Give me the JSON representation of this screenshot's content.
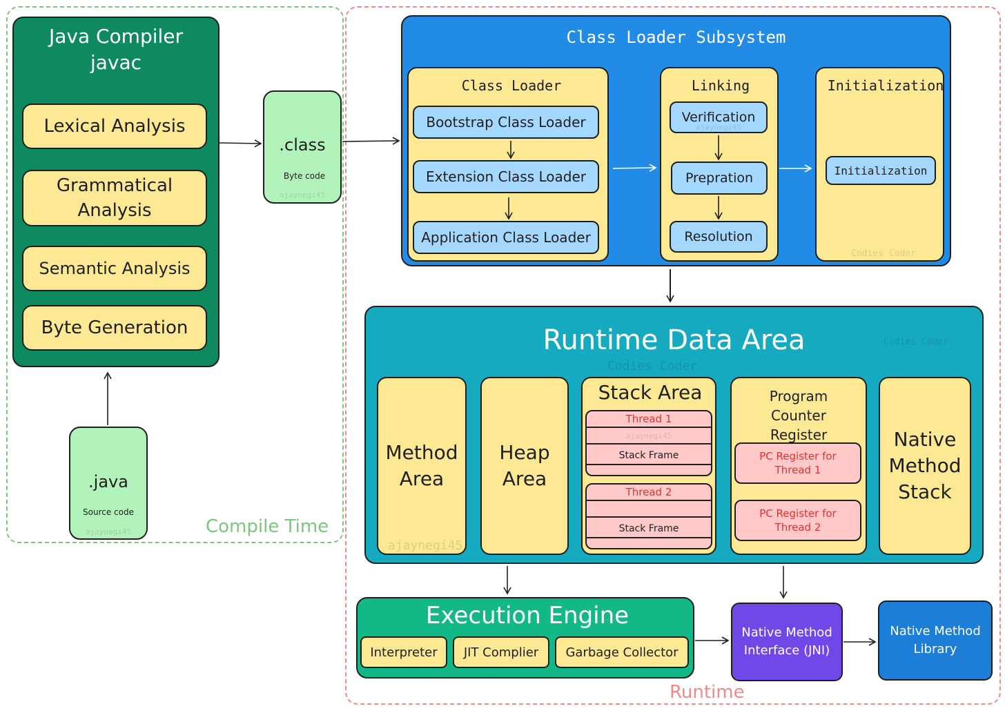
{
  "compile": {
    "region_label": "Compile Time",
    "compiler_title": "Java Compiler",
    "compiler_subtitle": "javac",
    "steps": [
      "Lexical Analysis",
      "Grammatical Analysis",
      "Semantic Analysis",
      "Byte Generation"
    ],
    "java_file": {
      "name": ".java",
      "caption": "Source code",
      "watermark": "ajaynegi45"
    },
    "class_file": {
      "name": ".class",
      "caption": "Byte code",
      "watermark": "ajaynegi45"
    }
  },
  "runtime": {
    "region_label": "Runtime",
    "class_loader_subsystem": {
      "title": "Class Loader Subsystem",
      "class_loader": {
        "title": "Class Loader",
        "items": [
          "Bootstrap Class Loader",
          "Extension Class Loader",
          "Application Class Loader"
        ]
      },
      "linking": {
        "title": "Linking",
        "items": [
          "Verification",
          "Prepration",
          "Resolution"
        ],
        "watermark": "ajaynegi45"
      },
      "initialization": {
        "title": "Initialization",
        "item": "Initialization",
        "watermark": "Codies Coder"
      }
    },
    "runtime_data_area": {
      "title": "Runtime Data Area",
      "watermark_1": "Codies Coder",
      "watermark_2": "Codies Coder",
      "watermark_3": "ajaynegi45",
      "method_area": "Method Area",
      "heap_area": "Heap Area",
      "stack_area": {
        "title": "Stack Area",
        "threads": [
          {
            "name": "Thread 1",
            "frame": "Stack Frame",
            "watermark": "ajaynegi45"
          },
          {
            "name": "Thread 2",
            "frame": "Stack Frame"
          }
        ]
      },
      "pc_register": {
        "title": "Program Counter Register",
        "items": [
          "PC Register for Thread 1",
          "PC Register for Thread 2"
        ]
      },
      "native_method_stack": "Native Method Stack"
    },
    "execution_engine": {
      "title": "Execution Engine",
      "items": [
        "Interpreter",
        "JIT Complier",
        "Garbage Collector"
      ]
    },
    "jni": "Native Method Interface (JNI)",
    "native_library": "Native Method Library"
  },
  "colors": {
    "compiler_green": "#0f8a5f",
    "exec_green": "#12b886",
    "class_loader_blue": "#228be6",
    "runtime_teal": "#15aabf",
    "jni_purple": "#7048e8",
    "library_blue": "#1c7ed6",
    "yellow": "#fde993",
    "light_blue": "#a5d8ff",
    "pink": "#ffc9c9",
    "mint": "#b2f2bb"
  }
}
